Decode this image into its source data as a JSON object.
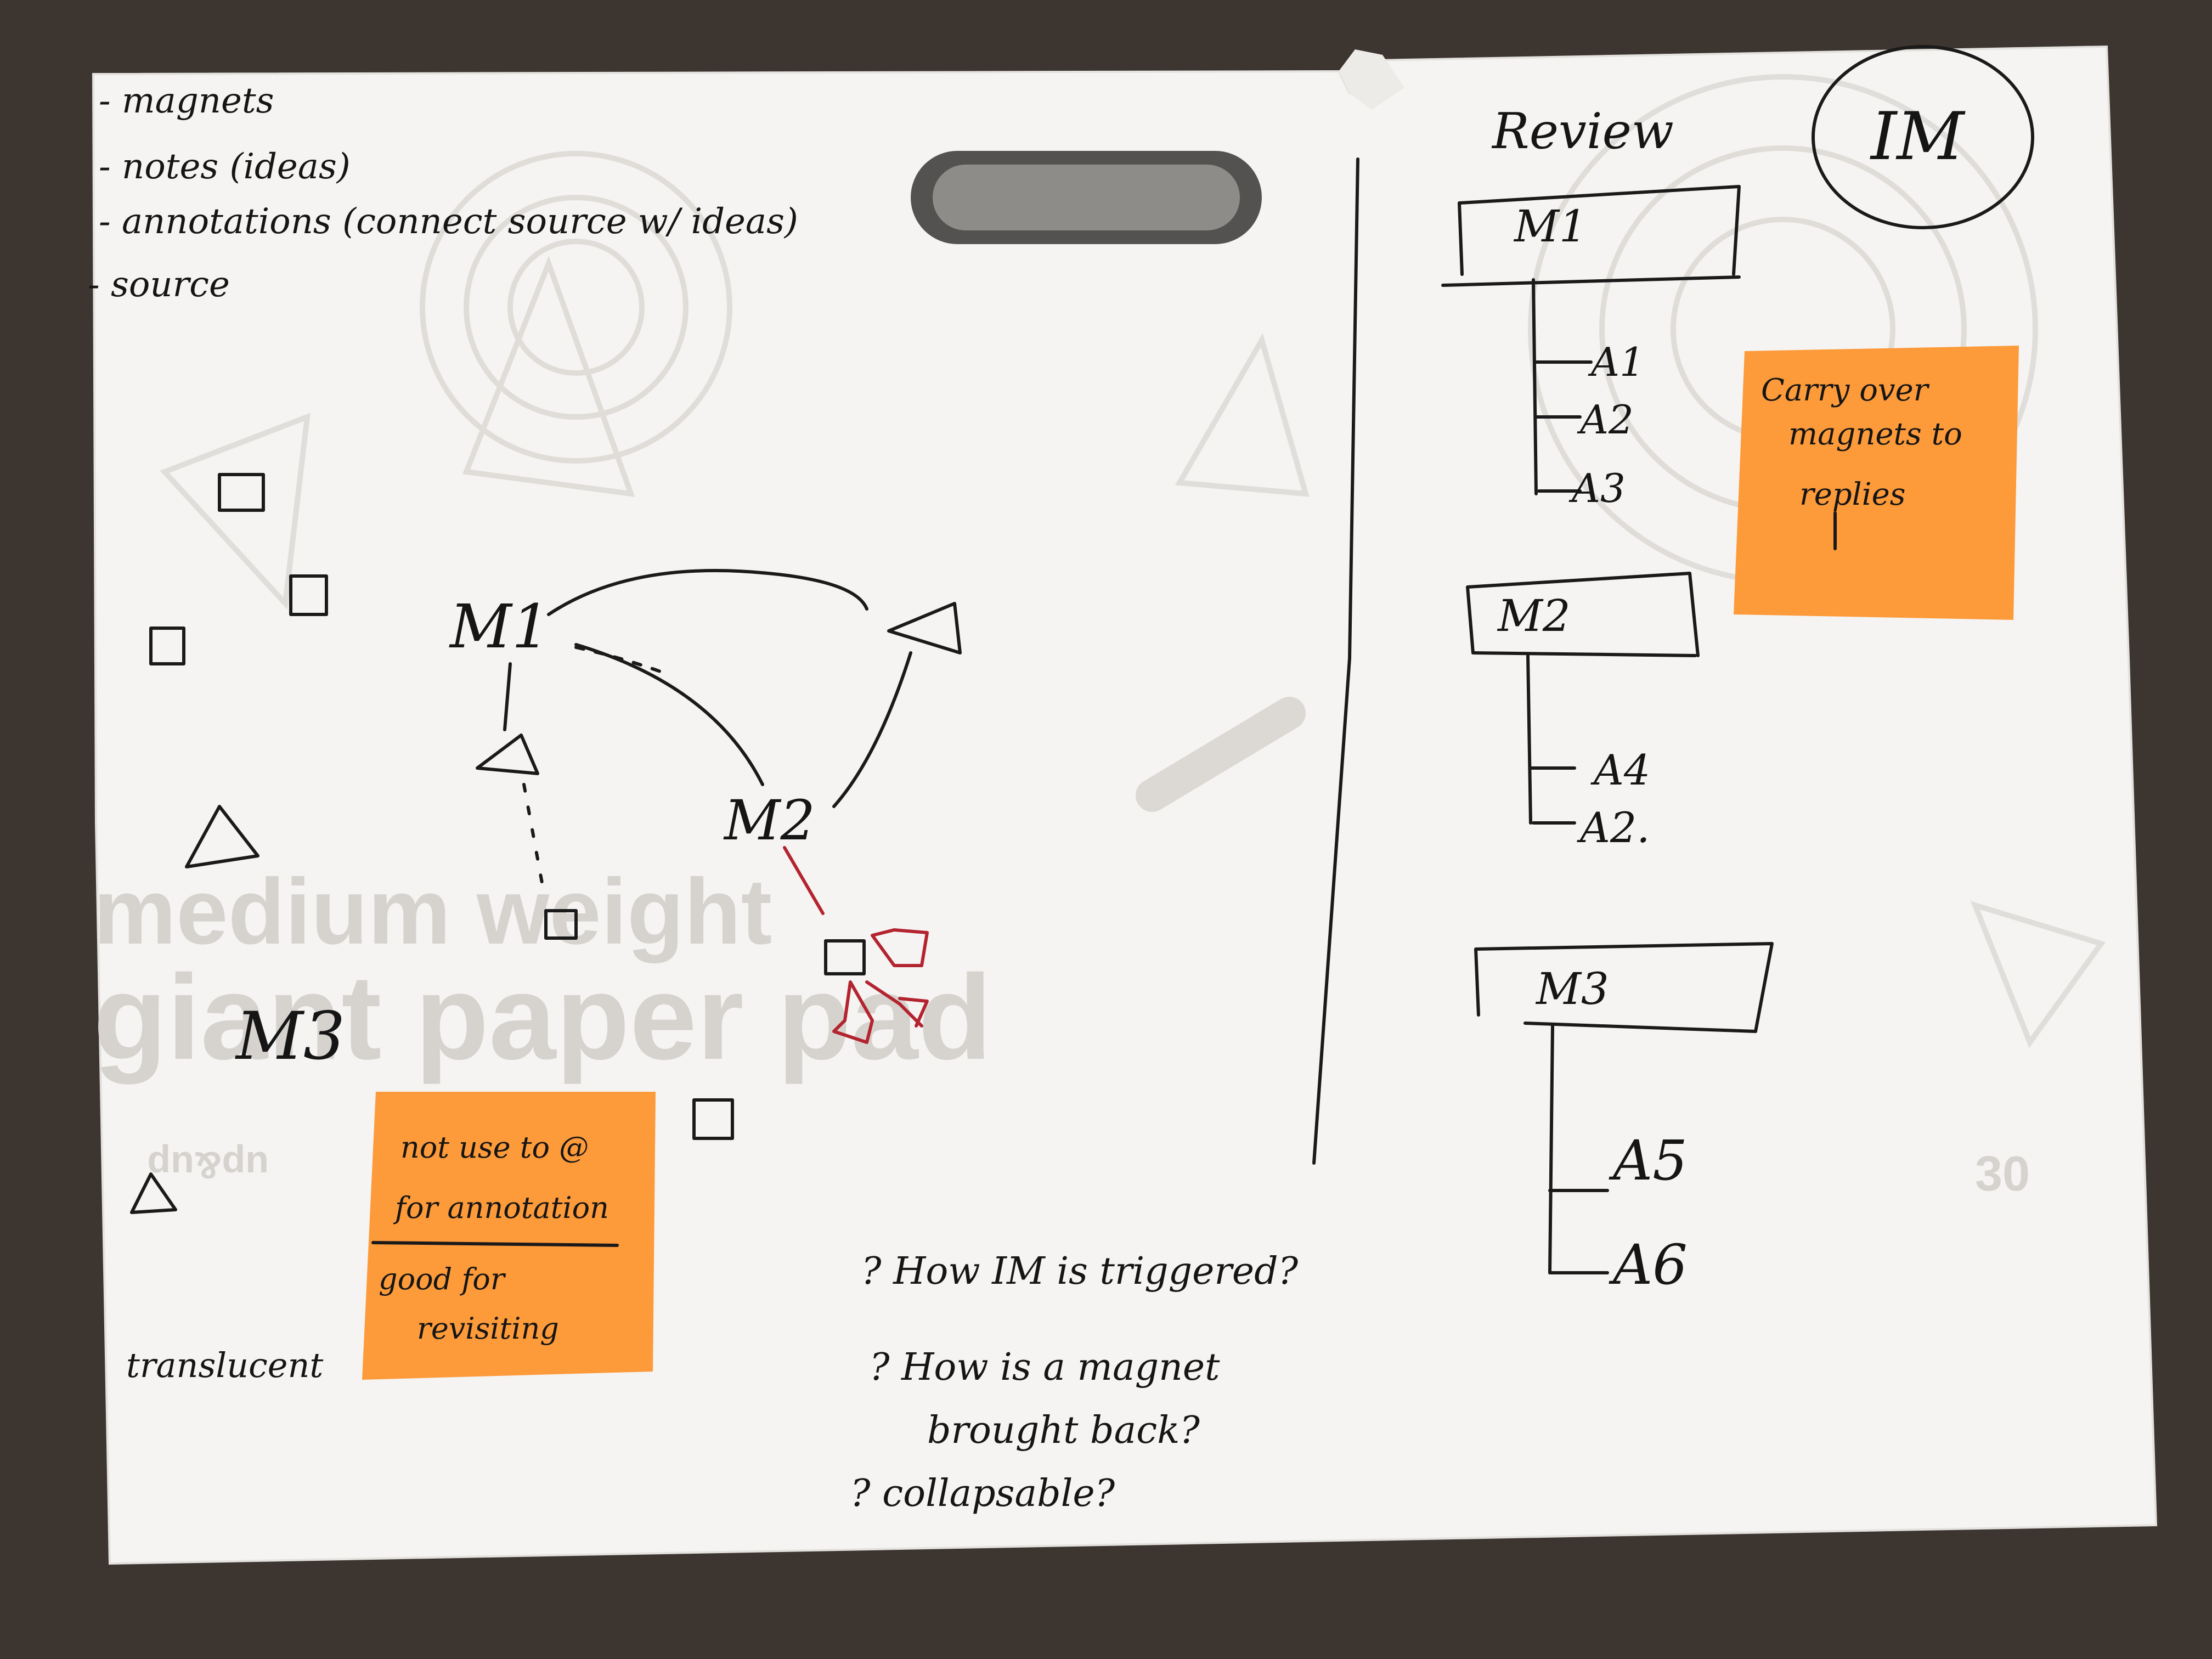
{
  "paper_print": {
    "line1": "medium weight",
    "line2": "giant paper pad",
    "brand": "up&up",
    "count_badge": "30"
  },
  "notes_list": {
    "item1": "- magnets",
    "item2": "- notes (ideas)",
    "item3": "- annotations (connect source w/ ideas)",
    "item4": "- source"
  },
  "corner_label": "IM",
  "review": {
    "title": "Review",
    "groups": [
      {
        "label": "M1",
        "items": [
          "A1",
          "A2",
          "A3"
        ]
      },
      {
        "label": "M2",
        "items": [
          "A4",
          "A2."
        ]
      },
      {
        "label": "M3",
        "items": [
          "A5",
          "A6"
        ]
      }
    ]
  },
  "sticky_right": {
    "line1": "Carry over",
    "line2": "magnets to",
    "line3": "replies"
  },
  "sketch": {
    "m1_label": "M1",
    "m2_label": "M2",
    "m3_label": "M3",
    "translucent_label": "translucent"
  },
  "sticky_left": {
    "line1": "not use to @",
    "line2": "for annotation",
    "line3": "good for",
    "line4": "revisiting"
  },
  "questions": {
    "q1": "? How IM is triggered?",
    "q2a": "? How is a magnet",
    "q2b": "brought back?",
    "q3": "? collapsable?"
  },
  "colors": {
    "table": "#3d3530",
    "paper": "#f5f4f2",
    "sticky": "#fd9a3a",
    "ink": "#1a1a1a",
    "red_ink": "#b3242f",
    "pad_red": "#d92e3a"
  }
}
